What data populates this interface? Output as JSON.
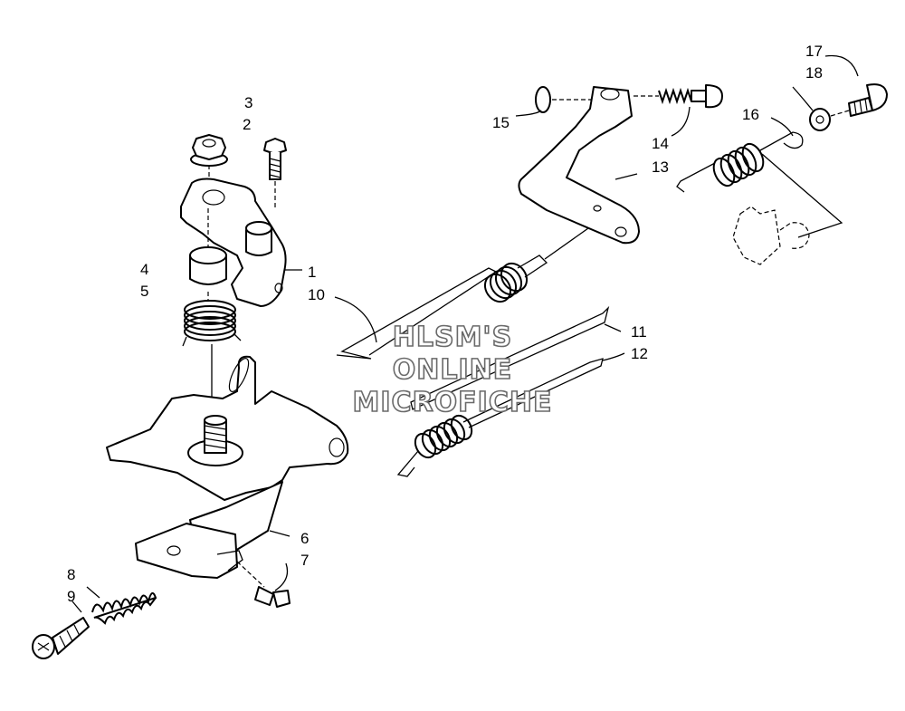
{
  "callouts": [
    "1",
    "2",
    "3",
    "4",
    "5",
    "6",
    "7",
    "8",
    "9",
    "10",
    "11",
    "12",
    "13",
    "14",
    "15",
    "16",
    "17",
    "18"
  ],
  "watermark": {
    "line1": "HLSM'S",
    "line2": "ONLINE",
    "line3": "MICROFICHE"
  }
}
